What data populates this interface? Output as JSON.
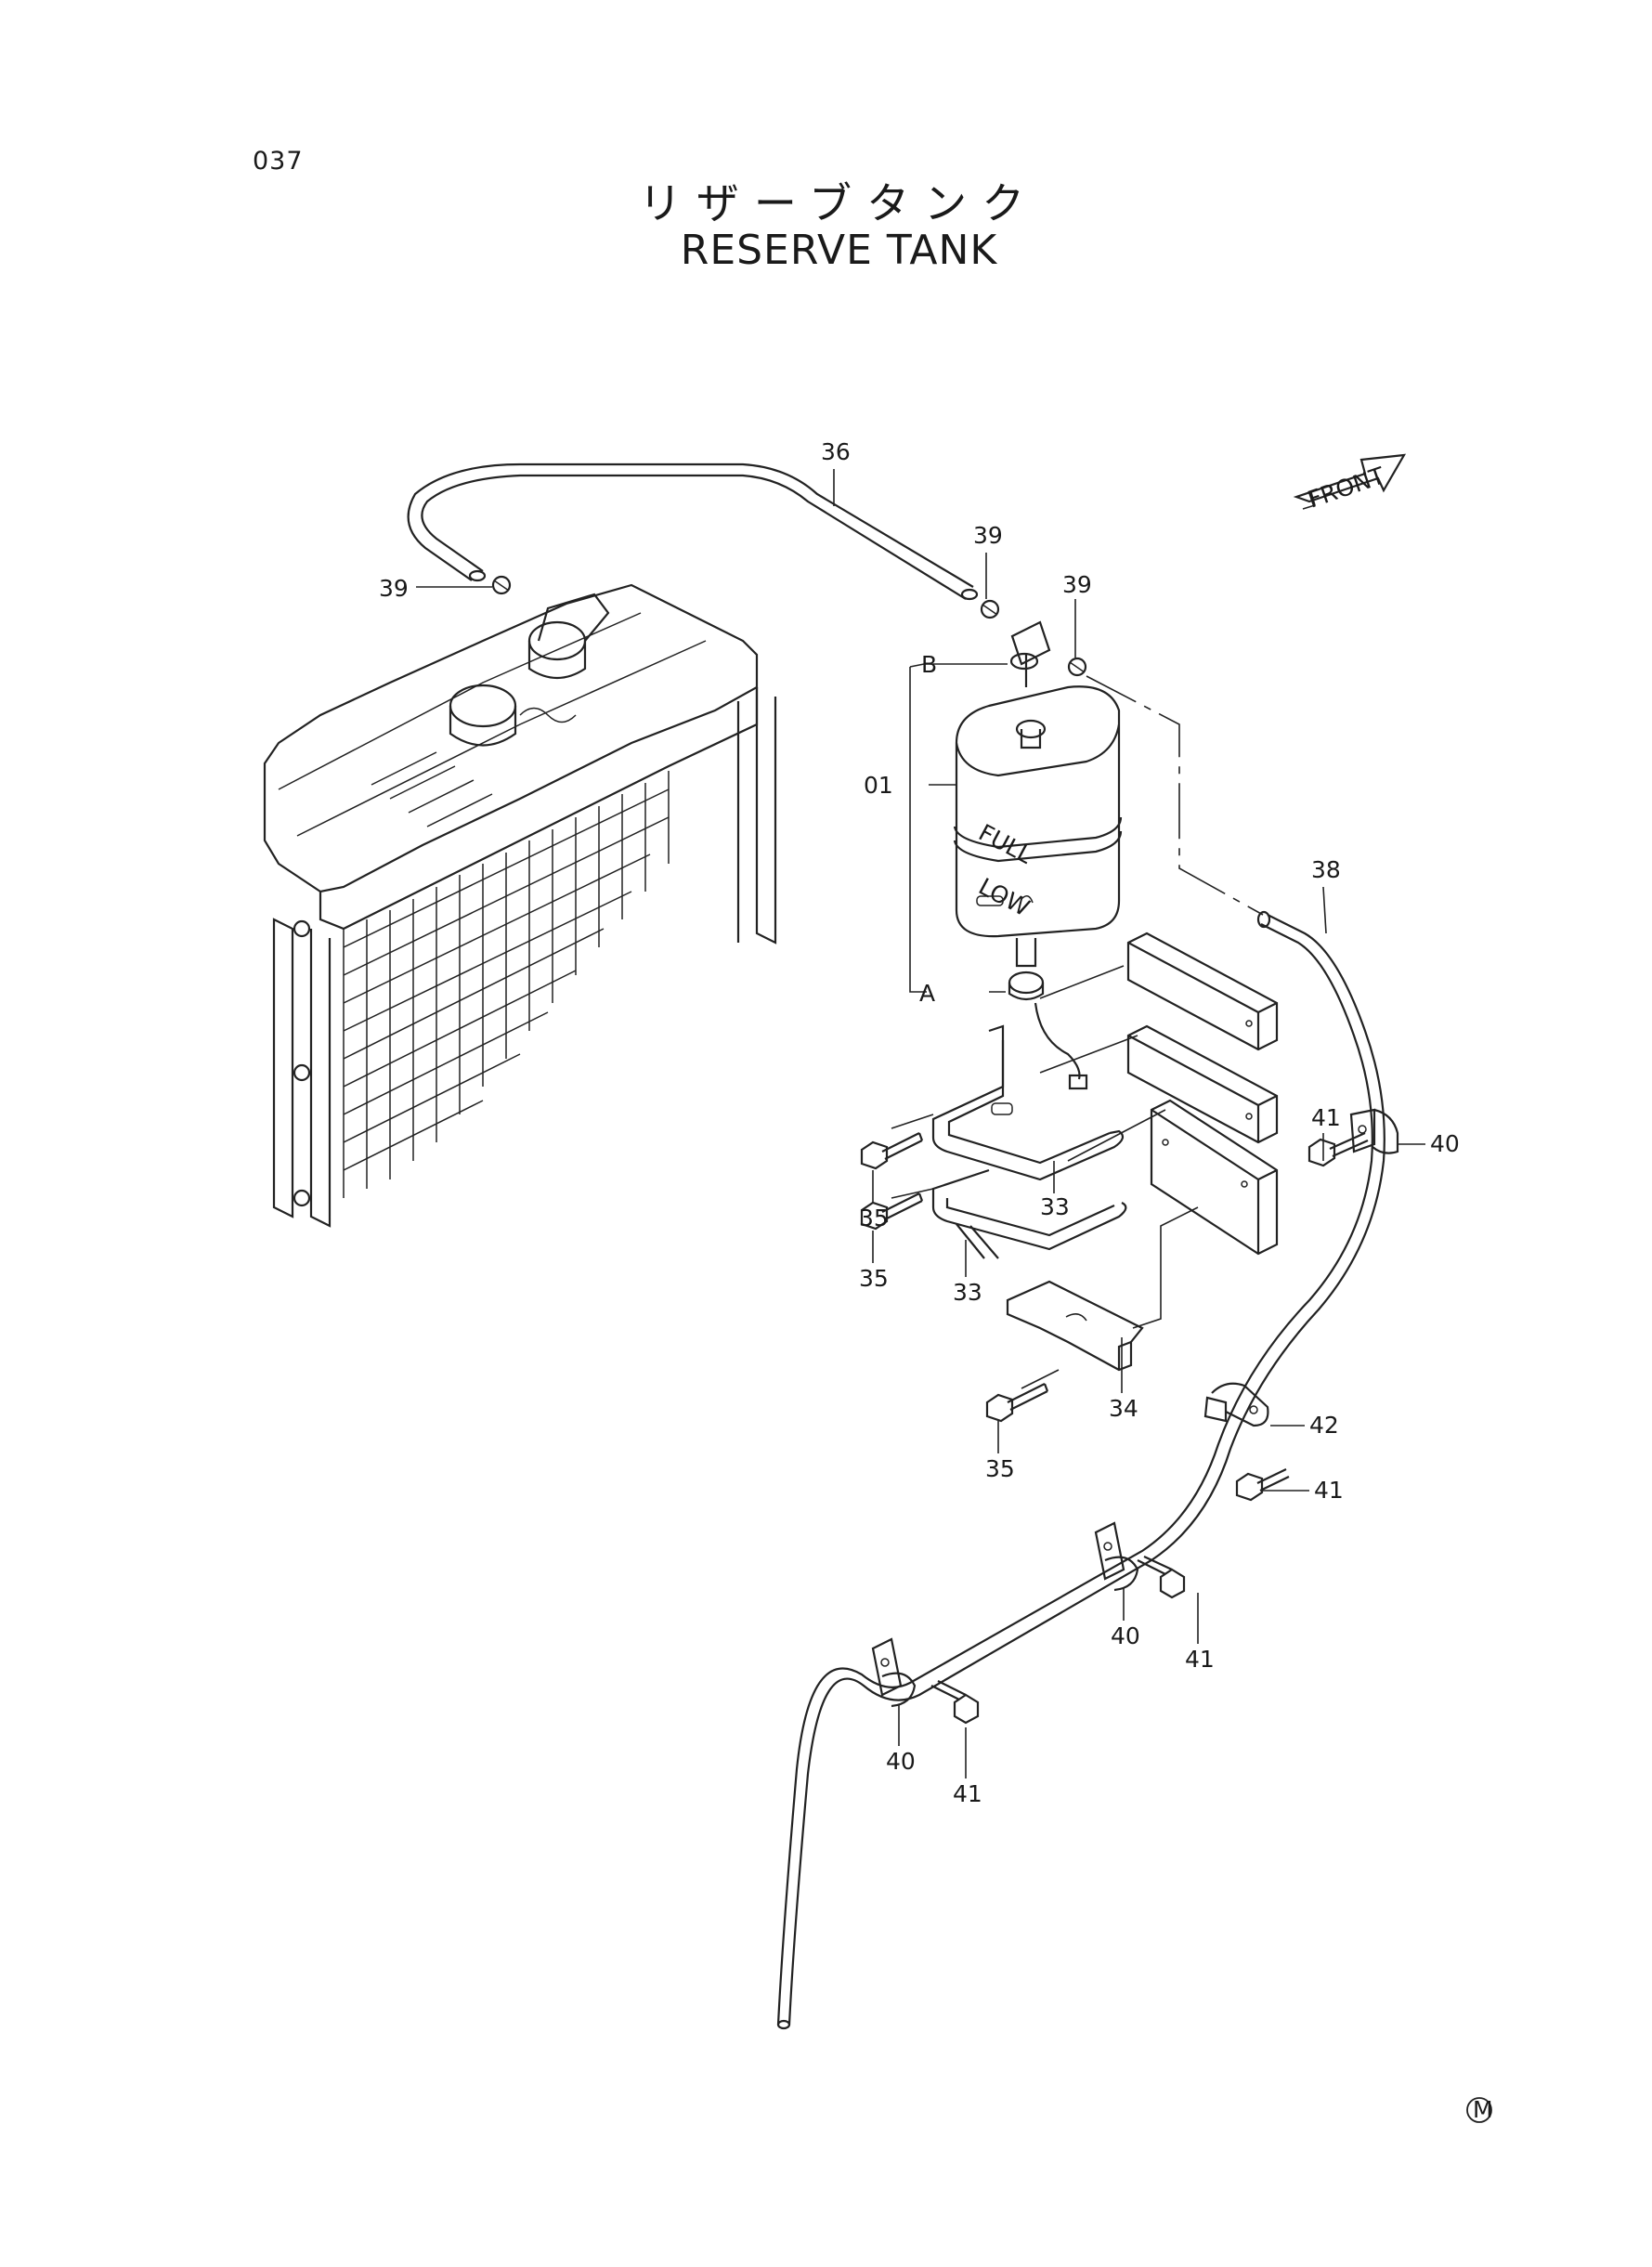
{
  "header": {
    "page_number": "037",
    "title_ja": "リザーブタンク",
    "title_en": "RESERVE TANK"
  },
  "front_arrow": {
    "label": "FRONT"
  },
  "tank": {
    "full_mark": "FULL",
    "low_mark": "LOW"
  },
  "callouts": {
    "c36": "36",
    "c39a": "39",
    "c39b": "39",
    "c39c": "39",
    "cB": "B",
    "c01": "01",
    "cA": "A",
    "c38": "38",
    "c41a": "41",
    "c40a": "40",
    "c35a": "35",
    "c33a": "33",
    "c35b": "35",
    "c33b": "33",
    "c34": "34",
    "c35c": "35",
    "c42": "42",
    "c41b": "41",
    "c40b": "40",
    "c41c": "41",
    "c40c": "40",
    "c41d": "41"
  },
  "footer": {
    "mark": "M"
  }
}
